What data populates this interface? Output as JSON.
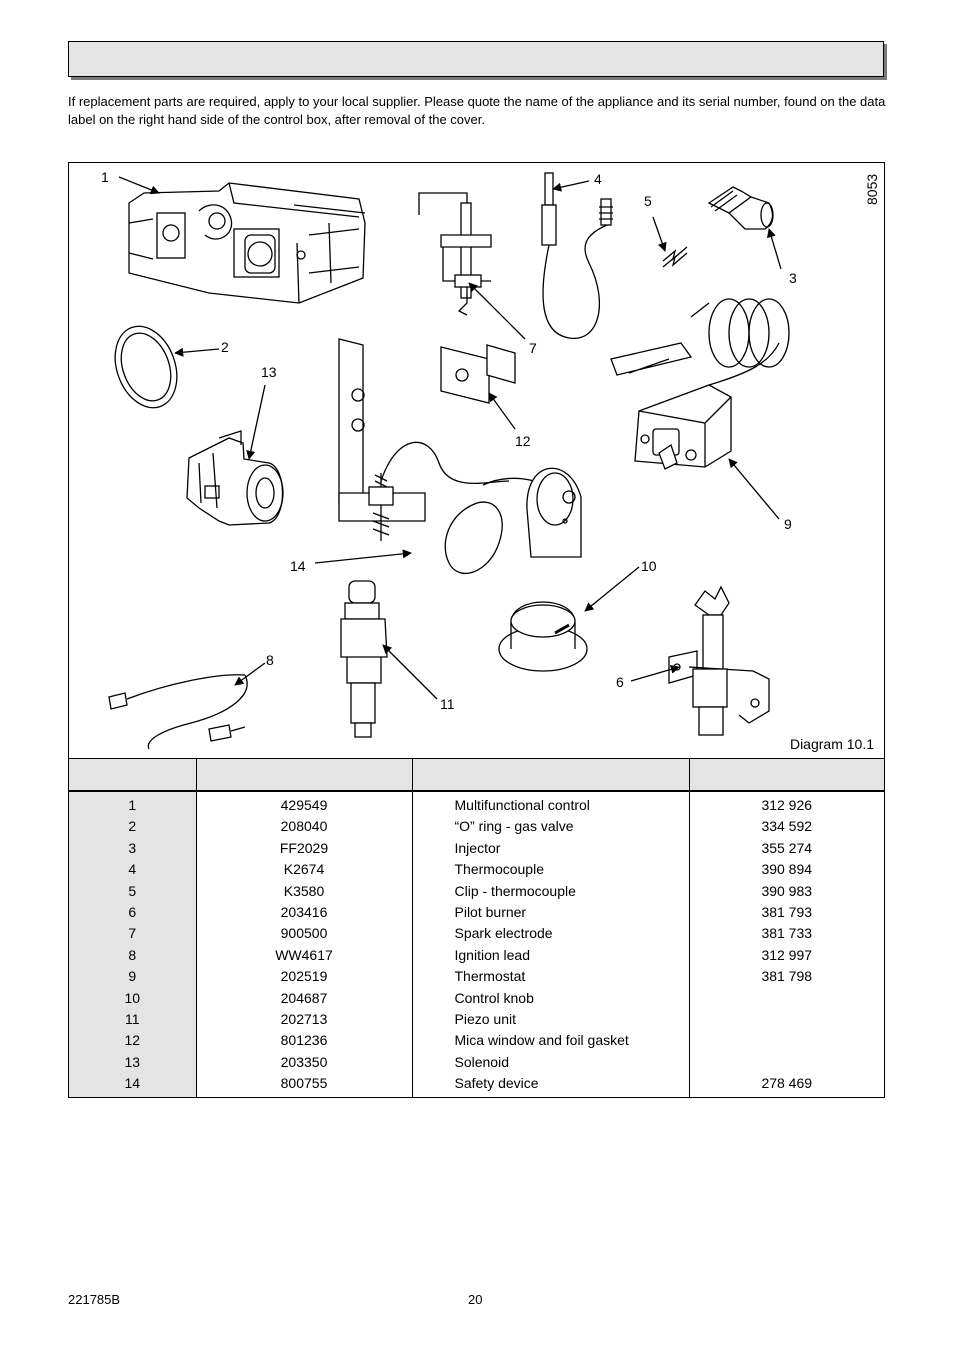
{
  "intro": "If replacement parts are required, apply to your local supplier.  Please quote the name of the appliance and its serial number, found on the data label on the right hand side of the control box, after removal of the cover.",
  "diagram": {
    "caption": "Diagram  10.1",
    "figure_code": "8053",
    "callouts": [
      "1",
      "2",
      "3",
      "4",
      "5",
      "6",
      "7",
      "8",
      "9",
      "10",
      "11",
      "12",
      "13",
      "14"
    ]
  },
  "parts": [
    {
      "key": "1",
      "gc": "429549",
      "description": "Multifunctional control",
      "code": "312 926"
    },
    {
      "key": "2",
      "gc": "208040",
      "description": "“O” ring - gas valve",
      "code": "334 592"
    },
    {
      "key": "3",
      "gc": "FF2029",
      "description": "Injector",
      "code": "355 274"
    },
    {
      "key": "4",
      "gc": "K2674",
      "description": "Thermocouple",
      "code": "390 894"
    },
    {
      "key": "5",
      "gc": "K3580",
      "description": "Clip - thermocouple",
      "code": "390 983"
    },
    {
      "key": "6",
      "gc": "203416",
      "description": "Pilot burner",
      "code": "381 793"
    },
    {
      "key": "7",
      "gc": "900500",
      "description": "Spark electrode",
      "code": "381 733"
    },
    {
      "key": "8",
      "gc": "WW4617",
      "description": "Ignition lead",
      "code": "312 997"
    },
    {
      "key": "9",
      "gc": "202519",
      "description": "Thermostat",
      "code": "381 798"
    },
    {
      "key": "10",
      "gc": "204687",
      "description": "Control knob",
      "code": ""
    },
    {
      "key": "11",
      "gc": "202713",
      "description": "Piezo unit",
      "code": ""
    },
    {
      "key": "12",
      "gc": "801236",
      "description": "Mica window and foil gasket",
      "code": ""
    },
    {
      "key": "13",
      "gc": "203350",
      "description": "Solenoid",
      "code": ""
    },
    {
      "key": "14",
      "gc": "800755",
      "description": "Safety device",
      "code": "278 469"
    }
  ],
  "footer": {
    "doc_number": "221785B",
    "page_number": "20"
  }
}
